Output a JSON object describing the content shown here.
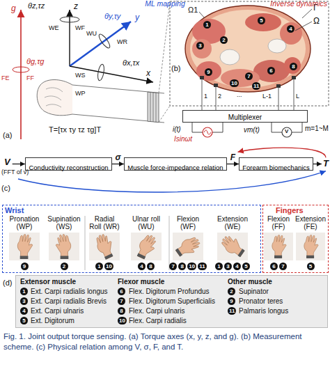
{
  "diagram": {
    "caption": "Fig. 1. Joint output torque sensing. (a) Torque axes (x, y, z, and g). (b) Measurement scheme. (c) Physical relation among V, σ, F, and T.",
    "nodes": [
      {
        "text": [
          "Multiplexer"
        ]
      },
      {
        "text": [
          "Conductivity reconstruction"
        ]
      },
      {
        "text": [
          "Muscle force-impedance relation"
        ]
      },
      {
        "text": [
          "Forearm biomechanics"
        ]
      },
      {
        "text": [
          "Wrist"
        ]
      },
      {
        "text": [
          "Fingers"
        ]
      },
      {
        "text": [
          "Extensor muscle",
          "1",
          "Ext. Carpi radialis longus",
          "3",
          "Ext. Carpi radialis Brevis",
          "4",
          "Ext. Carpi ulnaris",
          "5",
          "Ext. Digitorum",
          "Flexor muscle",
          "6",
          "Flex. Digitorum Profundus",
          "7",
          "Flex. Digitorum Superficialis",
          "8",
          "Flex. Carpi ulnaris",
          "10",
          "Flex. Carpi radialis",
          "Other muscle",
          "2",
          "Supinator",
          "9",
          "Pronator teres",
          "11",
          "Palmaris longus"
        ]
      }
    ],
    "edges": [
      {
        "from": 1,
        "to": 2,
        "arrow": "to",
        "label": "σ"
      },
      {
        "from": 2,
        "to": 3,
        "arrow": "to",
        "label": "F"
      }
    ],
    "labels": [
      "θz,τz",
      "z",
      "WE",
      "WF",
      "WU",
      "y",
      "WR",
      "θy,τy",
      "g",
      "θg,τg",
      "FE",
      "FF",
      "WS",
      "WP",
      "x",
      "θx,τx",
      "T=[τx τy τz τg]T",
      "(a)",
      "Γ",
      "Ω",
      "Ω1",
      "1",
      "2",
      "3",
      "4",
      "5",
      "6",
      "7",
      "8",
      "9",
      "10",
      "11",
      "1",
      "2",
      "...",
      "L-1",
      "L",
      "i(t)",
      "Isinωt",
      "vm(t)",
      "m=1~M",
      "V",
      "(b)",
      "Inverse dynamics",
      "V",
      "(FFT of v)",
      "T",
      "ML mapping",
      "(c)",
      "Pronation (WP)",
      "Supination (WS)",
      "Radial Roll (WR)",
      "Ulnar roll (WU)",
      "Flexion (WF)",
      "Extension (WE)",
      "Flexion (FF)",
      "Extension (FE)",
      "9",
      "2",
      "1",
      "10",
      "4",
      "8",
      "7",
      "8",
      "10",
      "11",
      "1",
      "3",
      "4",
      "5",
      "6",
      "7",
      "5",
      "(d)"
    ]
  }
}
